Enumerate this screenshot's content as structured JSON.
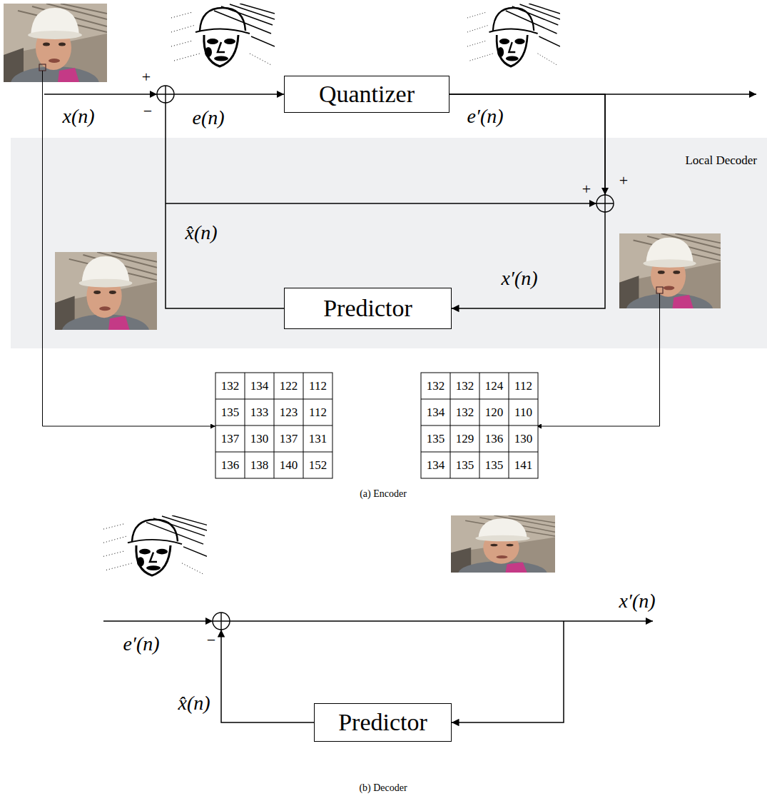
{
  "diagram": {
    "nodes": [
      {
        "text": [
          "Quantizer"
        ]
      },
      {
        "text": [
          "Local Decoder"
        ]
      },
      {
        "text": [
          "Predictor"
        ],
        "in": 1
      },
      {
        "text": [
          "Predictor"
        ]
      }
    ],
    "edges": [
      {
        "from": 0,
        "to": 2,
        "arrow": "to"
      },
      {
        "from": 2,
        "to": 0,
        "arrow": "to"
      }
    ],
    "labels": [
      "+",
      "−",
      "x(n)",
      "e(n)",
      "e′(n)",
      "+",
      "+",
      "x̂(n)",
      "x′(n)",
      "132",
      "134",
      "122",
      "112",
      "135",
      "133",
      "123",
      "112",
      "137",
      "130",
      "137",
      "131",
      "136",
      "138",
      "140",
      "152",
      "132",
      "132",
      "124",
      "112",
      "134",
      "132",
      "120",
      "110",
      "135",
      "129",
      "136",
      "130",
      "134",
      "135",
      "135",
      "141",
      "(a) Encoder",
      "e′(n)",
      "−",
      "x̂(n)",
      "x′(n)",
      "(b) Decoder"
    ]
  }
}
